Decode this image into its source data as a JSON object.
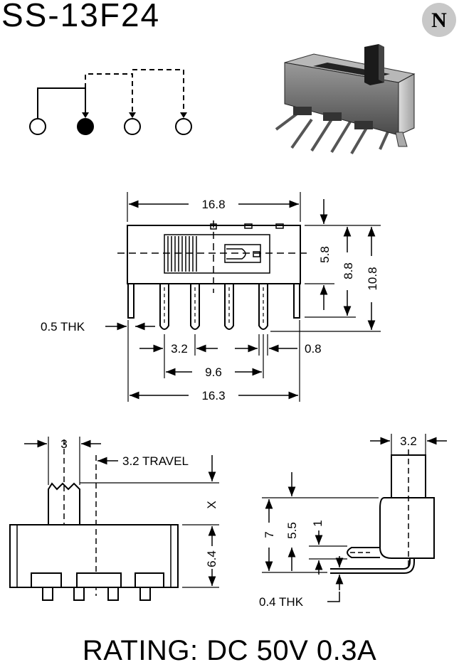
{
  "title": "SS-13F24",
  "logo_letter": "N",
  "rating": "RATING: DC 50V 0.3A",
  "dimensions": {
    "overall_length": "16.8",
    "pin_span": "16.3",
    "pin_pitch": "3.2",
    "pin_width": "0.8",
    "mount_pitch": "9.6",
    "frame_thickness": "0.5 THK",
    "body_height": "5.8",
    "pin_height": "8.8",
    "total_height": "10.8",
    "actuator_width": "3",
    "travel": "3.2 TRAVEL",
    "actuator_height": "X",
    "side_body_height": "6.4",
    "side_actuator_width": "3.2",
    "side_height": "7",
    "side_pin_offset": "5.5",
    "side_pin_gap": "1",
    "pin_thickness": "0.4 THK"
  }
}
